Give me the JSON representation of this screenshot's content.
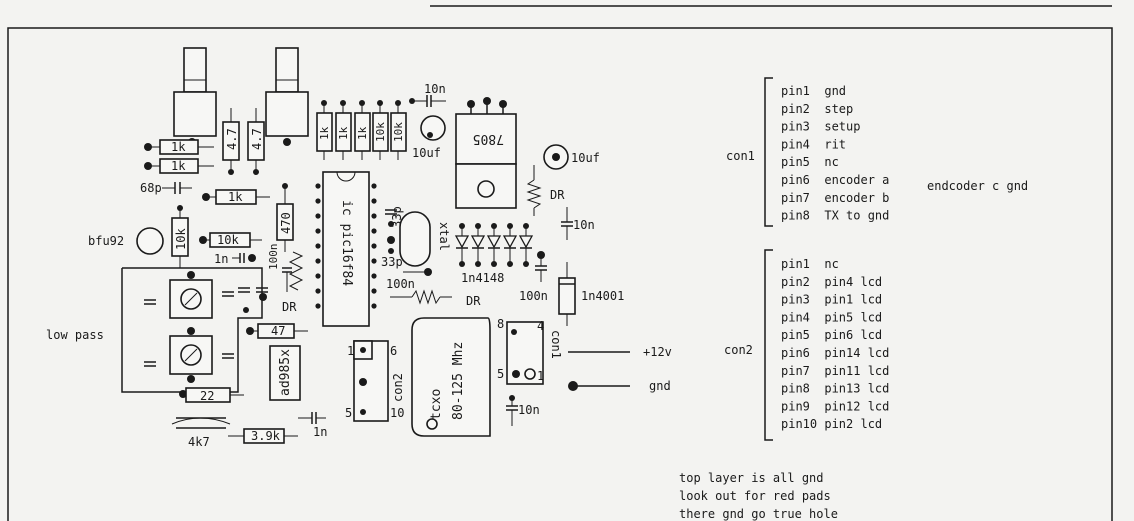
{
  "knob_labels": {
    "v1": "4.7",
    "v2": "4.7"
  },
  "resistors": {
    "r1k_a": "1k",
    "r1k_b": "1k",
    "r1k_c": "1k",
    "r1k_t1": "1k",
    "r1k_t2": "1k",
    "r1k_t3": "1k",
    "r10k_t1": "10k",
    "r10k_t2": "10k",
    "r470": "470",
    "r10k_mid": "10k",
    "r10k_vert": "10k",
    "r47": "47",
    "r22": "22",
    "r3_9k": "3.9k",
    "r4k7": "4k7",
    "r1n4001": "1n4001"
  },
  "capacitors": {
    "c10n_top": "10n",
    "c10uf_a": "10uf",
    "c10uf_b": "10uf",
    "c68p": "68p",
    "c33p_a": "33p",
    "c33p_b": "33p",
    "c100n_a": "100n",
    "c100n_b": "100n",
    "c100n_c": "100n",
    "c1n_a": "1n",
    "c1n_b": "1n",
    "c10n_mid": "10n",
    "c10n_low": "10n"
  },
  "chips": {
    "pic": "ic pic16f84",
    "reg": "7805",
    "ad": "ad985x",
    "tcxo_line1": "tcxo",
    "tcxo_line2": "80-125 Mhz",
    "con2_small": "con2",
    "con1_small": "con1"
  },
  "misc_labels": {
    "bfu92": "bfu92",
    "low_pass": "low pass",
    "xtal": "xtal",
    "diodes": "1n4148",
    "dr_a": "DR",
    "dr_b": "DR",
    "dr_c": "DR",
    "plus12v": "+12v",
    "gnd": "gnd",
    "con2_pin1": "1",
    "con2_pin5": "5",
    "con2_pin6": "6",
    "con2_pin10": "10",
    "con1_pin8": "8",
    "con1_pin5": "5",
    "con1_pin4": "4",
    "con1_pin1": "1"
  },
  "con1": {
    "label": "con1",
    "pins": [
      "pin1  gnd",
      "pin2  step",
      "pin3  setup",
      "pin4  rit",
      "pin5  nc",
      "pin6  encoder a",
      "pin7  encoder b",
      "pin8  TX to gnd"
    ],
    "side_note": "endcoder c  gnd"
  },
  "con2": {
    "label": "con2",
    "pins": [
      "pin1  nc",
      "pin2  pin4 lcd",
      "pin3  pin1 lcd",
      "pin4  pin5 lcd",
      "pin5  pin6 lcd",
      "pin6  pin14 lcd",
      "pin7  pin11 lcd",
      "pin8  pin13 lcd",
      "pin9  pin12 lcd",
      "pin10 pin2 lcd"
    ]
  },
  "notes": [
    "top layer is all gnd",
    "look out for red pads",
    "there gnd go true hole"
  ]
}
